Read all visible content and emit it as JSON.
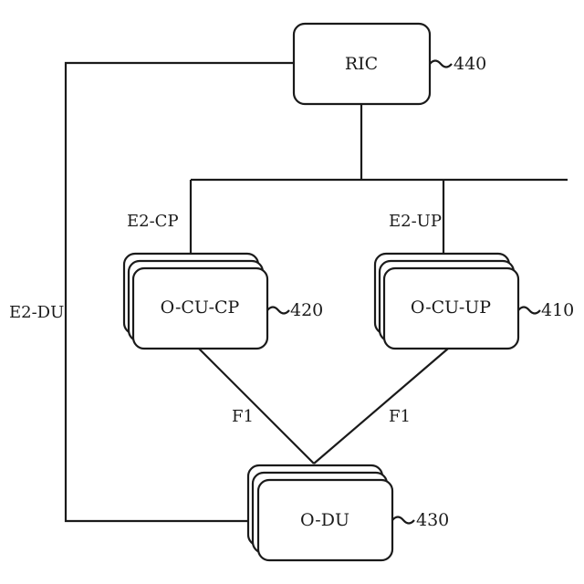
{
  "nodes": {
    "ric": {
      "label": "RIC",
      "ref": "440"
    },
    "ocu_cp": {
      "label": "O-CU-CP",
      "ref": "420"
    },
    "ocu_up": {
      "label": "O-CU-UP",
      "ref": "410"
    },
    "odu": {
      "label": "O-DU",
      "ref": "430"
    }
  },
  "interfaces": {
    "e2_cp": "E2-CP",
    "e2_up": "E2-UP",
    "e2_du": "E2-DU",
    "f1_cp": "F1",
    "f1_up": "F1"
  },
  "colors": {
    "stroke": "#1a1a1a",
    "background": "#ffffff"
  }
}
